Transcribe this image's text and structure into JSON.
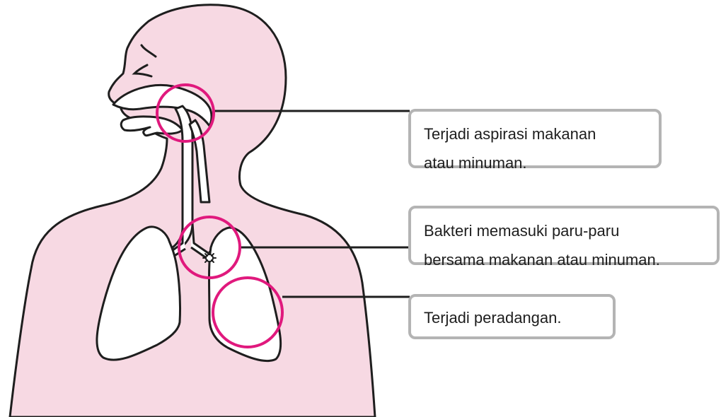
{
  "colors": {
    "body_fill": "#f7d9e3",
    "outline": "#1e1e1e",
    "highlight_circle": "#e0197d",
    "callout_border": "#b4b4b4",
    "leader_line": "#1e1e1e"
  },
  "callouts": {
    "aspiration": {
      "line1": "Terjadi aspirasi makanan",
      "line2": "atau minuman."
    },
    "bacteria": {
      "line1": "Bakteri memasuki paru-paru",
      "line2": "bersama makanan atau minuman."
    },
    "inflammation": {
      "line1": "Terjadi peradangan."
    }
  }
}
